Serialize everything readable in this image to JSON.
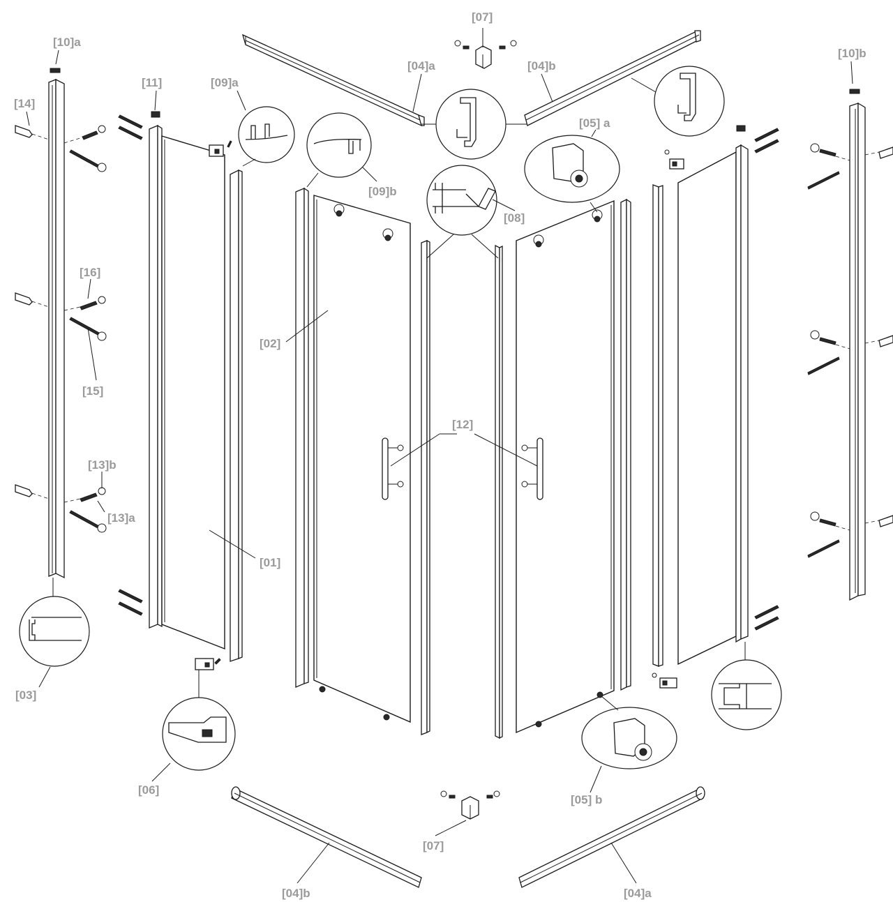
{
  "labels": {
    "l01": "[01]",
    "l02": "[02]",
    "l03": "[03]",
    "l04a_top": "[04]a",
    "l04b_top": "[04]b",
    "l04b_bottom": "[04]b",
    "l04a_bottom": "[04]a",
    "l05a": "[05] a",
    "l05b": "[05] b",
    "l06": "[06]",
    "l07_top": "[07]",
    "l07_bottom": "[07]",
    "l08": "[08]",
    "l09a": "[09]a",
    "l09b": "[09]b",
    "l10a": "[10]a",
    "l10b": "[10]b",
    "l11": "[11]",
    "l12": "[12]",
    "l13a": "[13]a",
    "l13b": "[13]b",
    "l14": "[14]",
    "l15": "[15]",
    "l16": "[16]"
  },
  "colors": {
    "label": "#9a9a9a",
    "line": "#1a1a1a",
    "background": "#ffffff"
  }
}
